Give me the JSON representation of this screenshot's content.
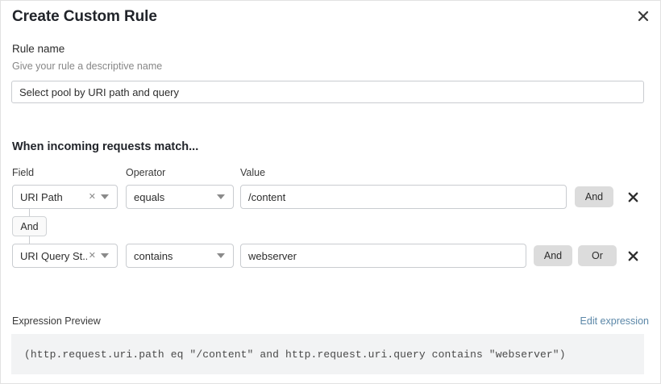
{
  "dialog": {
    "title": "Create Custom Rule",
    "close_icon": "close-icon"
  },
  "rule_name": {
    "label": "Rule name",
    "help": "Give your rule a descriptive name",
    "value": "Select pool by URI path and query",
    "placeholder": "Give your rule a descriptive name"
  },
  "match_section": {
    "heading": "When incoming requests match...",
    "columns": {
      "field": "Field",
      "operator": "Operator",
      "value": "Value"
    },
    "connector": {
      "label": "And"
    },
    "rows": [
      {
        "field": "URI Path",
        "operator": "equals",
        "value": "/content",
        "value_placeholder": "Enter value",
        "clear_icon": "clear-icon",
        "caret_icon": "chevron-down-icon",
        "and_label": "And",
        "remove_icon": "remove-icon"
      },
      {
        "field": "URI Query St...",
        "operator": "contains",
        "value": "webserver",
        "value_placeholder": "Enter value",
        "clear_icon": "clear-icon",
        "caret_icon": "chevron-down-icon",
        "and_label": "And",
        "or_label": "Or",
        "remove_icon": "remove-icon"
      }
    ]
  },
  "expression_preview": {
    "label": "Expression Preview",
    "edit_link": "Edit expression",
    "code": "(http.request.uri.path eq \"/content\" and http.request.uri.query contains \"webserver\")"
  },
  "colors": {
    "accent_link": "#5b87a8",
    "button_gray": "#dcdcdc",
    "border": "#c9ccd0",
    "code_bg": "#f2f3f4"
  }
}
